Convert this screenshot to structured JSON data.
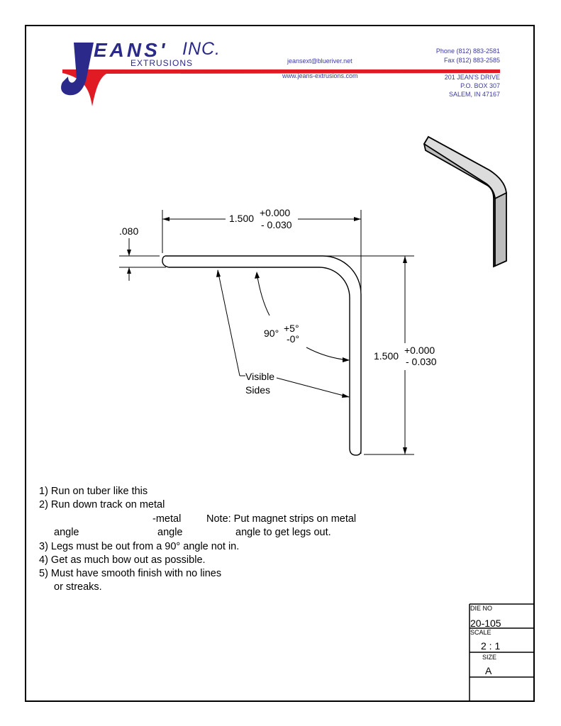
{
  "header": {
    "logo_letter": "J",
    "logo_word": "EANS'",
    "logo_inc": "INC.",
    "logo_sub": "EXTRUSIONS",
    "email": "jeansext@blueriver.net",
    "website": "www.jeans-extrusions.com",
    "phone": "Phone (812) 883-2581",
    "fax": "Fax (812) 883-2585",
    "address1": "201 JEAN'S DRIVE",
    "address2": "P.O. BOX 307",
    "address3": "SALEM, IN 47167"
  },
  "drawing": {
    "thickness": ".080",
    "horiz_nominal": "1.500",
    "horiz_plus": "+0.000",
    "horiz_minus": "- 0.030",
    "vert_nominal": "1.500",
    "vert_plus": "+0.000",
    "vert_minus": "- 0.030",
    "angle_nominal": "90°",
    "angle_plus": "+5°",
    "angle_minus": "-0°",
    "visible_line1": "Visible",
    "visible_line2": "Sides"
  },
  "notes": {
    "n1": "1) Run on tuber like this",
    "n2": "2) Run down track on metal",
    "n2b_metal": "-metal",
    "n2b_note": "Note: Put magnet strips on metal",
    "n2c_angle1": "angle",
    "n2c_angle2": "angle",
    "n2c_angle3": "angle to get legs out.",
    "n3": "3) Legs must be out from a 90° angle not in.",
    "n4": "4) Get as much bow out as possible.",
    "n5": "5) Must have smooth finish with no lines",
    "n5b": "or streaks."
  },
  "title_block": {
    "die_label": "DIE NO",
    "die_value": "20-105",
    "scale_label": "SCALE",
    "scale_value": "2 : 1",
    "size_label": "SIZE",
    "size_value": "A"
  }
}
